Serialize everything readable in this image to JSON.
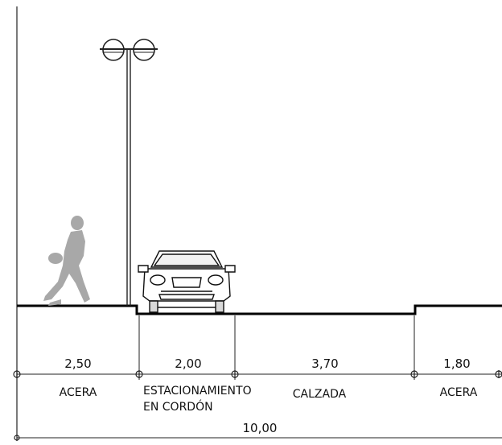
{
  "segments": [
    {
      "width": "2,50",
      "label_lines": [
        "ACERA"
      ]
    },
    {
      "width": "2,00",
      "label_lines": [
        "ESTACIONAMIENTO",
        "EN CORDÓN"
      ]
    },
    {
      "width": "3,70",
      "label_lines": [
        "CALZADA"
      ]
    },
    {
      "width": "1,80",
      "label_lines": [
        "ACERA"
      ]
    }
  ],
  "total_width": "10,00",
  "colors": {
    "line": "#000000",
    "thin_line": "#222222",
    "pedestrian": "#a8a8a8",
    "car_outline": "#111111"
  },
  "icons": [
    "pedestrian-icon",
    "street-lamp-icon",
    "car-icon"
  ]
}
